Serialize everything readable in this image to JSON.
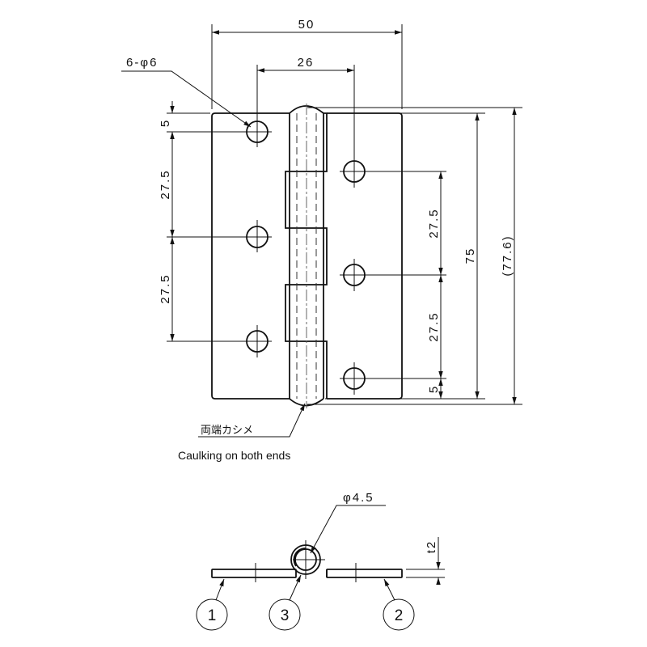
{
  "dimensions": {
    "width": "50",
    "hole_pitch_horizontal": "26",
    "holes": "6-φ6",
    "edge_left": "5",
    "pitch_left_1": "27.5",
    "pitch_left_2": "27.5",
    "pitch_right_1": "27.5",
    "pitch_right_2": "27.5",
    "edge_right": "5",
    "height": "75",
    "overall_height": "(77.6)",
    "pin_diameter": "φ4.5",
    "thickness": "t2"
  },
  "notes": {
    "caulking_jp": "両端カシメ",
    "caulking_en": "Caulking on both ends"
  },
  "balloons": [
    "1",
    "3",
    "2"
  ]
}
